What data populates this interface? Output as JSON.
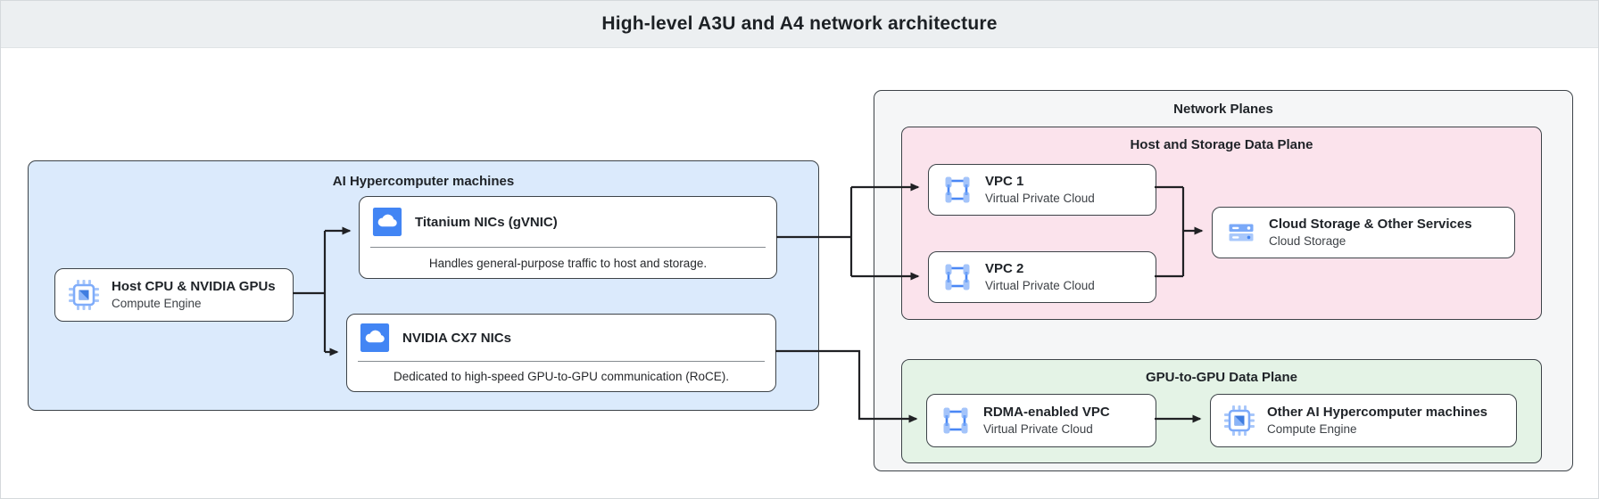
{
  "header": {
    "title": "High-level A3U and A4 network architecture"
  },
  "left_panel": {
    "title": "AI Hypercomputer machines",
    "host": {
      "title": "Host CPU & NVIDIA GPUs",
      "subtitle": "Compute Engine",
      "icon": "compute-engine-chip-icon"
    },
    "titanium": {
      "title": "Titanium NICs (gVNIC)",
      "caption": "Handles general-purpose traffic to host and storage.",
      "icon": "cloud-nic-icon"
    },
    "cx7": {
      "title": "NVIDIA CX7 NICs",
      "caption": "Dedicated to high-speed GPU-to-GPU communication (RoCE).",
      "icon": "cloud-nic-icon"
    }
  },
  "network_planes": {
    "title": "Network Planes",
    "host_storage_plane": {
      "title": "Host and Storage Data Plane",
      "vpc1": {
        "title": "VPC 1",
        "subtitle": "Virtual Private Cloud",
        "icon": "vpc-icon"
      },
      "vpc2": {
        "title": "VPC 2",
        "subtitle": "Virtual Private Cloud",
        "icon": "vpc-icon"
      },
      "cloud_storage": {
        "title": "Cloud Storage & Other Services",
        "subtitle": "Cloud Storage",
        "icon": "cloud-storage-icon"
      }
    },
    "gpu_plane": {
      "title": "GPU-to-GPU Data Plane",
      "rdma": {
        "title": "RDMA-enabled VPC",
        "subtitle": "Virtual Private Cloud",
        "icon": "vpc-icon"
      },
      "other": {
        "title": "Other AI Hypercomputer machines",
        "subtitle": "Compute Engine",
        "icon": "compute-engine-chip-icon"
      }
    }
  },
  "colors": {
    "header_bg": "#eceff1",
    "blue_panel": "#dbeafc",
    "pink_panel": "#fbe3ec",
    "green_panel": "#e4f3e6",
    "gray_panel": "#f5f6f7",
    "line": "#202124",
    "border": "#3d4348",
    "icon_blue": "#4285f4",
    "icon_light_blue": "#a8c7fa"
  }
}
